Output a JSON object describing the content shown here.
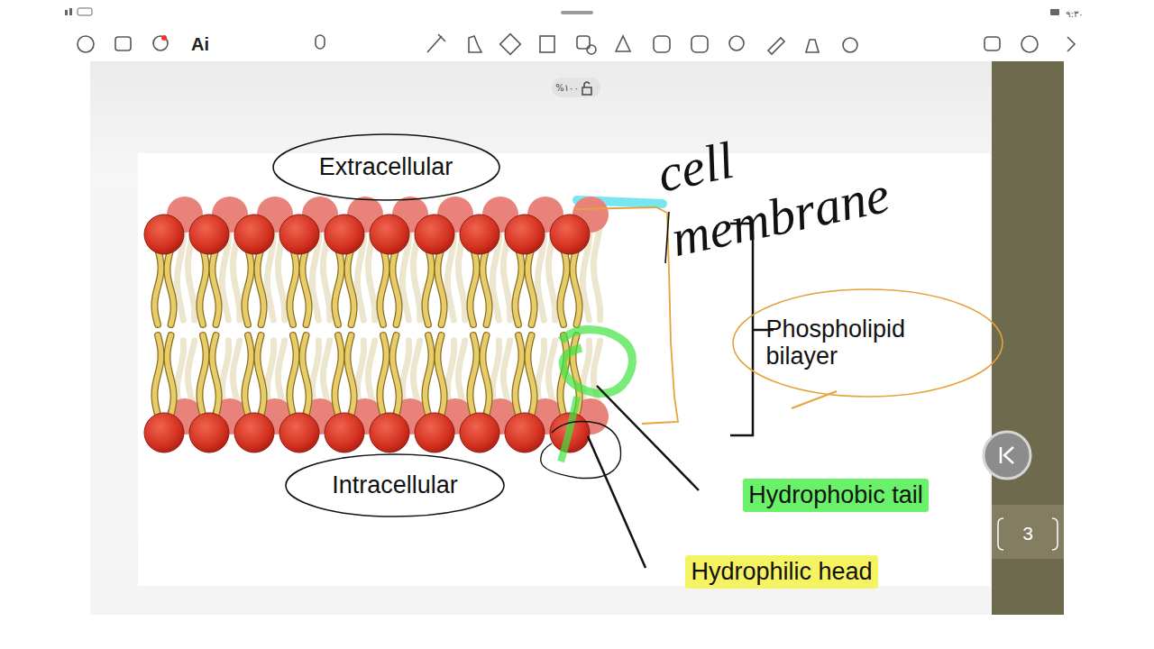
{
  "diagram": {
    "nodes": [
      {
        "text": [
          "Extracellular"
        ]
      },
      {
        "text": [
          "Phospholipid bilayer"
        ]
      },
      {
        "text": [
          "Hydrophobic tail"
        ]
      },
      {
        "text": [
          "Intracellular"
        ]
      },
      {
        "text": [
          "Hydrophilic head"
        ]
      }
    ],
    "labels": [
      "٩:٣٠",
      "Ai",
      "%١٠٠",
      "cell membrane",
      "3"
    ]
  }
}
